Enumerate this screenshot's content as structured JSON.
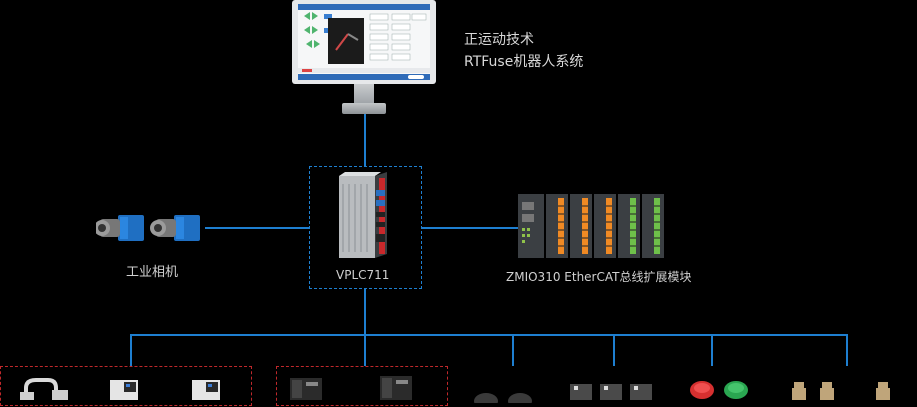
{
  "hmi": {
    "title_line1": "正运动技术",
    "title_line2": "RTFuse机器人系统"
  },
  "controller": {
    "label": "VPLC711"
  },
  "camera": {
    "label": "工业相机"
  },
  "io_module": {
    "label": "ZMIO310 EtherCAT总线扩展模块"
  },
  "colors": {
    "background": "#000000",
    "connector_line": "#1e7fd0",
    "controller_frame": "#1e7fd0",
    "group_frame": "#c0282b"
  }
}
